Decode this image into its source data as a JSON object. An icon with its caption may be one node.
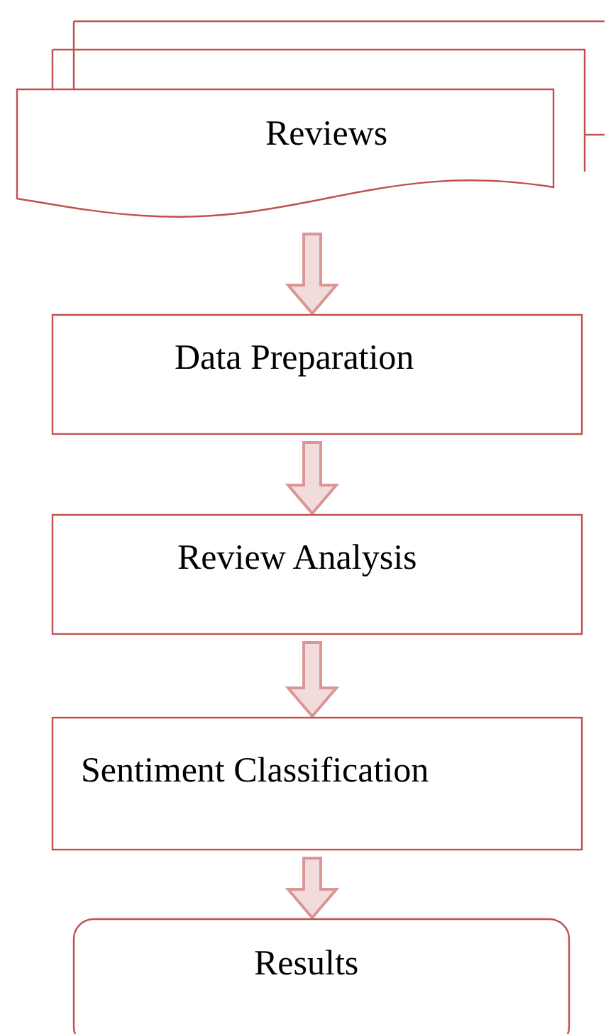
{
  "diagram": {
    "nodes": [
      {
        "text": [
          "Reviews"
        ]
      },
      {
        "text": [
          "Data Preparation"
        ]
      },
      {
        "text": [
          "Review Analysis"
        ]
      },
      {
        "text": [
          "Sentiment Classification"
        ]
      },
      {
        "text": [
          "Results"
        ]
      }
    ],
    "edges": [
      {
        "from": 0,
        "to": 1,
        "arrow": "to"
      },
      {
        "from": 1,
        "to": 2,
        "arrow": "to"
      },
      {
        "from": 2,
        "to": 3,
        "arrow": "to"
      },
      {
        "from": 3,
        "to": 4,
        "arrow": "to"
      }
    ]
  }
}
